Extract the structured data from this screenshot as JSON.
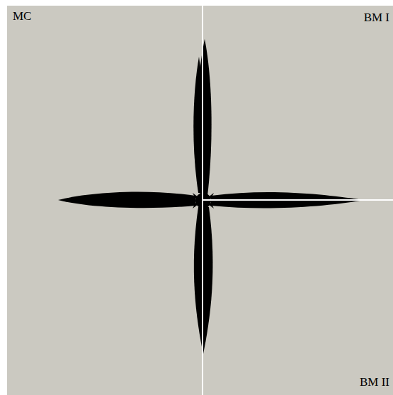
{
  "diagram": {
    "labels": [
      "MC",
      "BM I",
      "BM II"
    ]
  }
}
